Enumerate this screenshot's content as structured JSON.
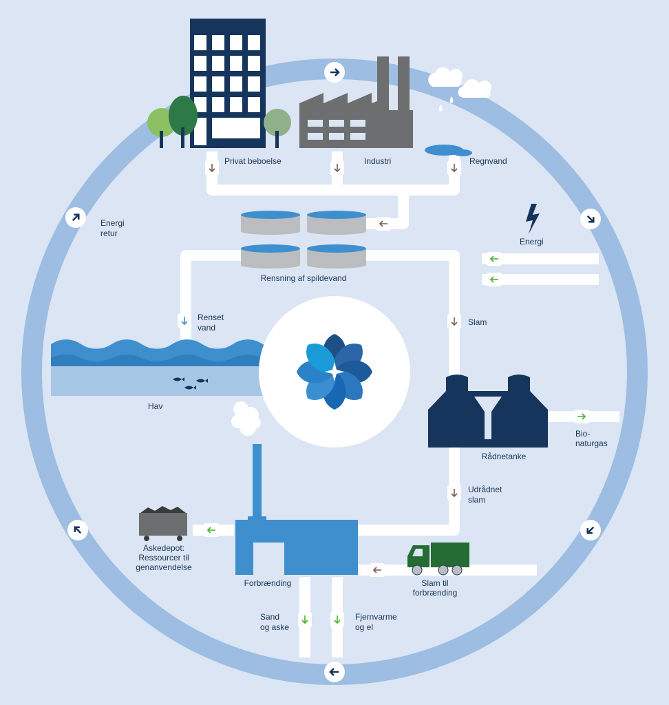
{
  "labels": {
    "private_housing": "Privat beboelse",
    "industry": "Industri",
    "rainwater": "Regnvand",
    "energy_return_1": "Energi",
    "energy_return_2": "retur",
    "energy": "Energi",
    "treatment": "Rensning af spildevand",
    "cleaned_water_1": "Renset",
    "cleaned_water_2": "vand",
    "sludge": "Slam",
    "sea": "Hav",
    "digesters": "Rådnetanke",
    "biogas_1": "Bio-",
    "biogas_2": "naturgas",
    "digested_sludge_1": "Udrådnet",
    "digested_sludge_2": "slam",
    "ash_depot_1": "Askedepot:",
    "ash_depot_2": "Ressourcer til",
    "ash_depot_3": "genanvendelse",
    "incineration": "Forbrænding",
    "sludge_to_incineration_1": "Slam til",
    "sludge_to_incineration_2": "forbrænding",
    "sand_ash_1": "Sand",
    "sand_ash_2": "og aske",
    "district_heat_1": "Fjernvarme",
    "district_heat_2": "og el"
  },
  "icons": {
    "lightning": "lightning-icon",
    "logo": "flower-logo-icon",
    "fish": "fish-icon",
    "cloud": "cloud-icon",
    "smoke": "smoke-icon",
    "truck": "truck-icon",
    "ash_cart": "ash-cart-icon"
  },
  "colors": {
    "background": "#dbe5f3",
    "ring": "#9dbde2",
    "pipe": "#ffffff",
    "navy": "#16355c",
    "blue": "#3f8fcf",
    "gray": "#6d6e70",
    "green_arrow": "#43b02a",
    "brown_arrow": "#7a5a4a",
    "truck": "#246b34"
  }
}
